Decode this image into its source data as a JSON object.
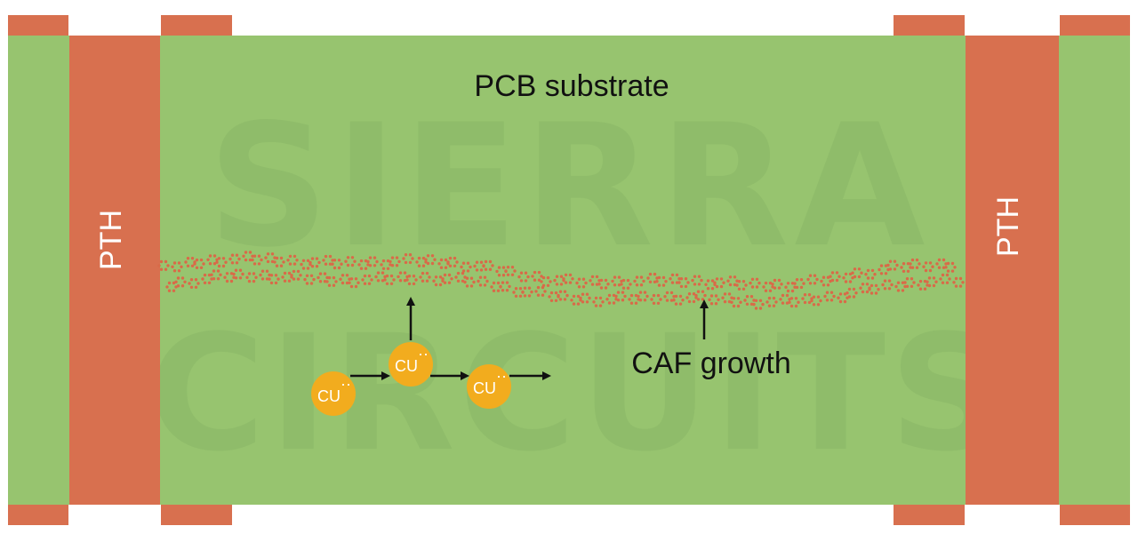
{
  "colors": {
    "substrate": "#97c46f",
    "copper": "#d8704f",
    "ion": "#f2ac1e",
    "dots": "#d96a48",
    "text": "#111111",
    "background": "#ffffff"
  },
  "labels": {
    "substrate": "PCB substrate",
    "pth_left": "PTH",
    "pth_right": "PTH",
    "caf": "CAF growth"
  },
  "watermark": {
    "line1": "SIERRA",
    "line2": "CIRCUITS"
  },
  "ions": [
    {
      "label": "CU",
      "charge": "··"
    },
    {
      "label": "CU",
      "charge": "··"
    },
    {
      "label": "CU",
      "charge": "··"
    }
  ]
}
